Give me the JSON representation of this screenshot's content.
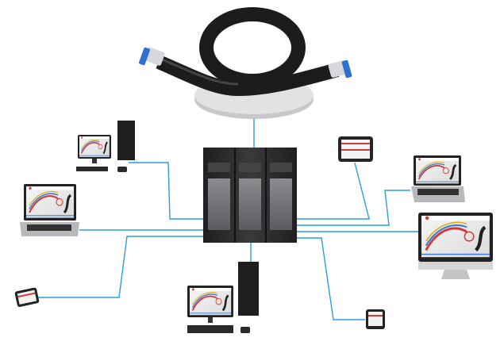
{
  "diagram": {
    "colors": {
      "link": "#2b9ed8",
      "server": "#2a2a2c",
      "screen_accent": "#d23a35",
      "hose": "#1c1c1c",
      "fitting": "#2f6fd0"
    },
    "nodes": [
      {
        "id": "hose-server",
        "icon": "hose-icon"
      },
      {
        "id": "server-rack",
        "icon": "server-rack-icon"
      },
      {
        "id": "desktop-top-left",
        "icon": "desktop-icon"
      },
      {
        "id": "laptop-left",
        "icon": "laptop-icon"
      },
      {
        "id": "phone-left",
        "icon": "phone-icon"
      },
      {
        "id": "desktop-bottom",
        "icon": "desktop-icon"
      },
      {
        "id": "phone-right",
        "icon": "phone-icon"
      },
      {
        "id": "tablet-right",
        "icon": "tablet-icon"
      },
      {
        "id": "laptop-right",
        "icon": "laptop-icon"
      },
      {
        "id": "monitor-right",
        "icon": "monitor-icon"
      }
    ]
  }
}
